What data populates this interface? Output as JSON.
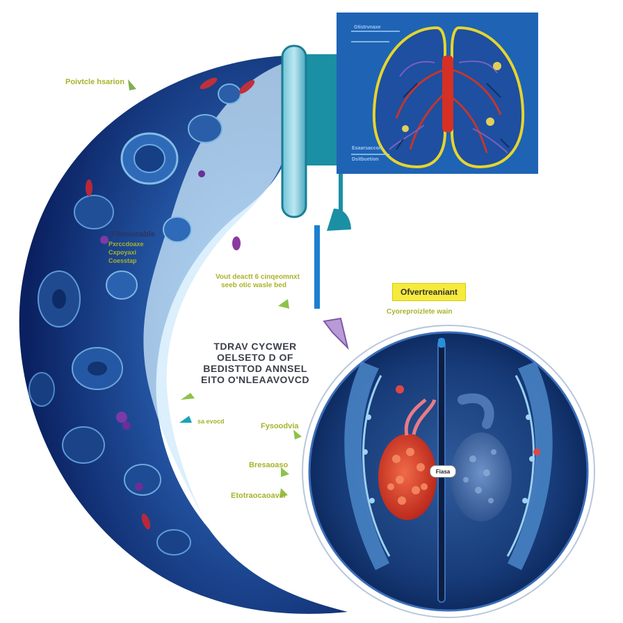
{
  "colors": {
    "deep_blue": "#0d2a6e",
    "mid_blue": "#2c5aa8",
    "light_blue": "#9fd3f5",
    "panel_blue": "#1f63b5",
    "lung_outline": "#e6d52c",
    "teal": "#1a9cb0",
    "label_olive": "#a7b32a",
    "tissue_red": "#d33a2a",
    "arrow_violet": "#b99ad6",
    "arrow_green": "#8ec24a"
  },
  "labels": {
    "top_left": "Poivtcle hsarion",
    "left_heading": "Fibrouoable",
    "left_line_1": "Pxrccdoaxe",
    "left_line_2": "Cxpoyaxi",
    "left_line_3": "Coesstap",
    "mid_line_1": "Vout deactt 6 cinqeomnxt",
    "mid_line_2": "seeb otic wasle bed",
    "small_1": "sa evocd",
    "small_2": "Fysoodvia",
    "small_3": "Bresaoaso",
    "small_4": "Etotraocaoavel"
  },
  "center_text": {
    "line_1": "TDRAV CYCWER",
    "line_2": "OELSETO D OF",
    "line_3": "BEDISTTOD ANNSEL",
    "line_4": "EITO O'NLEAAVOVCD"
  },
  "lung_panel": {
    "title": "Gtistrvnaxe",
    "label_1": "Esaarsaccon",
    "label_2": "Dsitbuetion"
  },
  "right_labels": {
    "box_label": "Ofvertreaniant",
    "sub_label": "Cyoreproizlete wain",
    "pill_label": "Fiasa"
  }
}
